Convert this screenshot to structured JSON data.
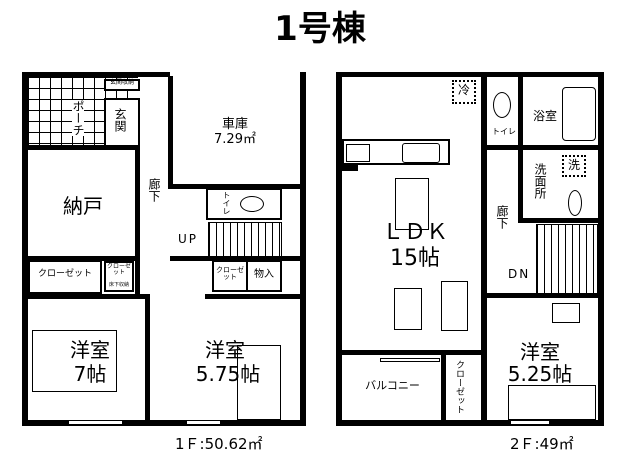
{
  "title": "1号棟",
  "floor1": {
    "area_label": "1Ｆ:50.62㎡",
    "rooms": {
      "porch": "ポーチ",
      "entrance": "玄関",
      "entrance_storage": "玄関収納",
      "garage": "車庫",
      "garage_area": "7.29㎡",
      "storeroom": "納戸",
      "corridor": "廊下",
      "toilet": "トイレ",
      "stairs": "UP",
      "closet_left": "クローゼット",
      "closet_small": "クローゼット",
      "underfloor_storage": "床下収納",
      "closet_right": "クローゼット",
      "storage": "物入",
      "room_a": "洋室",
      "room_a_size": "7帖",
      "room_b": "洋室",
      "room_b_size": "5.75帖"
    }
  },
  "floor2": {
    "area_label": "2Ｆ:49㎡",
    "rooms": {
      "ldk": "ＬＤＫ",
      "ldk_size": "15帖",
      "fridge": "冷",
      "toilet": "トイレ",
      "bath": "浴室",
      "washroom": "洗面所",
      "washer": "洗",
      "corridor": "廊下",
      "stairs": "DN",
      "balcony": "バルコニー",
      "closet": "クローゼット",
      "room": "洋室",
      "room_size": "5.25帖"
    }
  }
}
